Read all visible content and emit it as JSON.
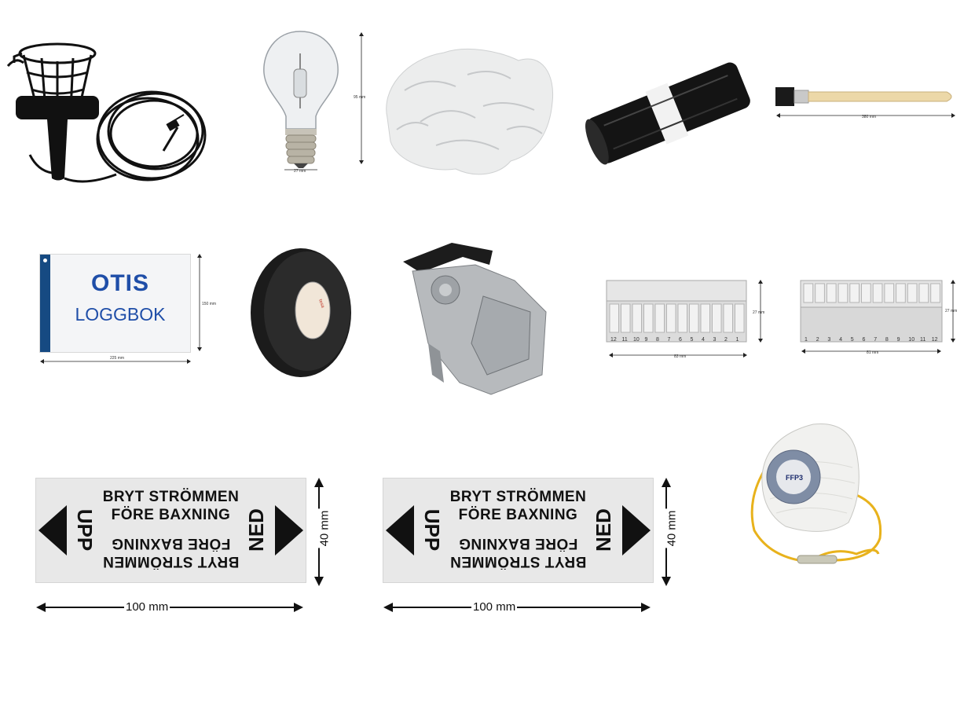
{
  "dimensions": {
    "bulb_height": "95 mm",
    "bulb_width": "27 mm",
    "brush_length": "380 mm",
    "logbook_height": "150 mm",
    "logbook_width": "225 mm",
    "terminal_a_height": "27 mm",
    "terminal_a_width": "83 mm",
    "terminal_b_height": "27 mm",
    "terminal_b_width": "81 mm",
    "label_width": "100 mm",
    "label_height": "40 mm"
  },
  "logbook": {
    "brand": "OTIS",
    "title": "LOGGBOK"
  },
  "label": {
    "line1": "BRYT STRÖMMEN",
    "line2": "FÖRE BAXNING",
    "up": "UPP",
    "down": "NED"
  },
  "terminal_a": {
    "numbers": [
      "12",
      "11",
      "10",
      "9",
      "8",
      "7",
      "6",
      "5",
      "4",
      "3",
      "2",
      "1"
    ]
  },
  "terminal_b": {
    "numbers": [
      "1",
      "2",
      "3",
      "4",
      "5",
      "6",
      "7",
      "8",
      "9",
      "10",
      "11",
      "12"
    ]
  },
  "mask": {
    "badge": "FFP3"
  },
  "colors": {
    "otis_blue": "#1f4ea8",
    "stripe": "#164a82",
    "strap": "#e8b21c"
  },
  "icons": [
    "work-lamp-icon",
    "light-bulb-icon",
    "cleaning-rag-icon",
    "trash-bag-roll-icon",
    "paint-brush-icon",
    "logbook-icon",
    "electrical-tape-icon",
    "cable-clip-icon",
    "terminal-block-icon",
    "warning-label-icon",
    "respirator-mask-icon"
  ]
}
